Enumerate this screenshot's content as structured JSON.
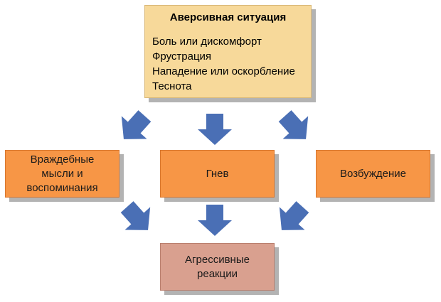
{
  "top_box": {
    "title": "Аверсивная ситуация",
    "items": [
      "Боль или дискомфорт",
      "Фрустрация",
      "Нападение или оскорбление",
      "Теснота"
    ]
  },
  "middle": {
    "left": "Враждебные\nмысли и\nвоспоминания",
    "center": "Гнев",
    "right": "Возбуждение"
  },
  "bottom": "Агрессивные\nреакции",
  "colors": {
    "top_fill": "#f7d99a",
    "middle_fill": "#f79646",
    "bottom_fill": "#d9a08f",
    "arrow": "#4a6fb5"
  }
}
